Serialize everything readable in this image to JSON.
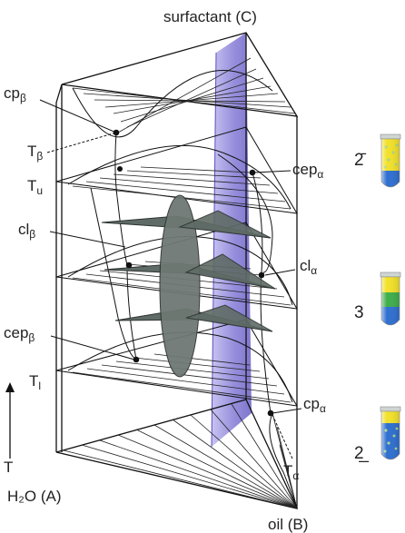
{
  "labels": {
    "surfactant": "surfactant (C)",
    "water": "H₂O (A)",
    "oil": "oil (B)",
    "T": "T",
    "cp_beta": {
      "main": "cp",
      "sub": "β"
    },
    "T_beta": {
      "main": "T",
      "sub": "β"
    },
    "T_u": {
      "main": "T",
      "sub": "u"
    },
    "cl_beta": {
      "main": "cl",
      "sub": "β"
    },
    "cep_beta": {
      "main": "cep",
      "sub": "β"
    },
    "T_l": {
      "main": "T",
      "sub": "l"
    },
    "cep_alpha": {
      "main": "cep",
      "sub": "α"
    },
    "cl_alpha": {
      "main": "cl",
      "sub": "α"
    },
    "cp_alpha": {
      "main": "cp",
      "sub": "α"
    },
    "T_alpha": {
      "main": "T",
      "sub": "α"
    }
  },
  "phases": {
    "top": "2̄",
    "middle": "3",
    "bottom": "2̲"
  },
  "colors": {
    "plane": "#6a5fc6",
    "tieTriangle": "#5f6b66",
    "oilYellow": "#f2e12a",
    "waterBlue": "#2f6fd0",
    "middleGreen": "#3fae4b"
  }
}
